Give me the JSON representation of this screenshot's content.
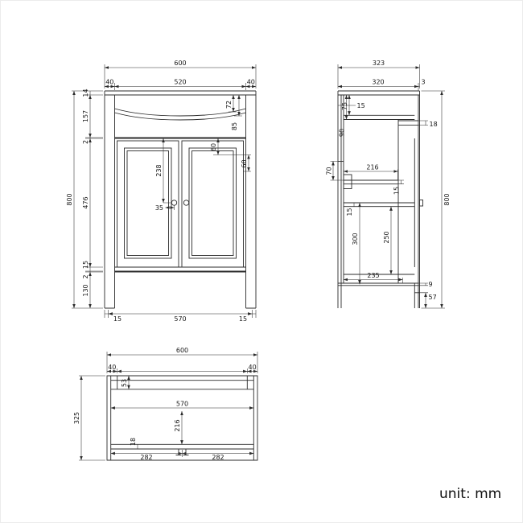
{
  "unit_label": "unit: mm",
  "front": {
    "overall_width": "600",
    "overall_height": "800",
    "top_left_inset": "40",
    "top_span": "520",
    "top_right_inset": "40",
    "top_thickness": "14",
    "basin_section": "157",
    "gap_top": "2",
    "door_height": "476",
    "bottom_rail": "15",
    "gap_bottom": "2",
    "plinth": "130",
    "panel_to_knob": "238",
    "knob_offset": "35",
    "basin_lip_a": "72",
    "basin_lip_b": "85",
    "door_rail_a": "60",
    "door_rail_b": "60",
    "base_left_inset": "15",
    "base_span": "570",
    "base_right_inset": "15"
  },
  "side": {
    "overall_depth": "323",
    "overall_height": "800",
    "body_depth": "320",
    "back_lip": "3",
    "top_a": "75",
    "door_gap": "15",
    "top_b": "90",
    "apron": "18",
    "bracket_offset": "70",
    "bracket_length": "216",
    "rail_thickness": "15",
    "shelf_thickness": "15",
    "shelf_to_base": "300",
    "shelf_to_rail": "250",
    "base_depth": "235",
    "base_thickness": "9",
    "plinth_height": "57"
  },
  "bottom": {
    "overall_width": "600",
    "overall_depth": "325",
    "left_inset": "40",
    "right_inset": "40",
    "back_section": "53",
    "inner_width": "570",
    "mid_depth": "216",
    "front_rail": "18",
    "foot_left": "282",
    "foot_right": "282"
  }
}
